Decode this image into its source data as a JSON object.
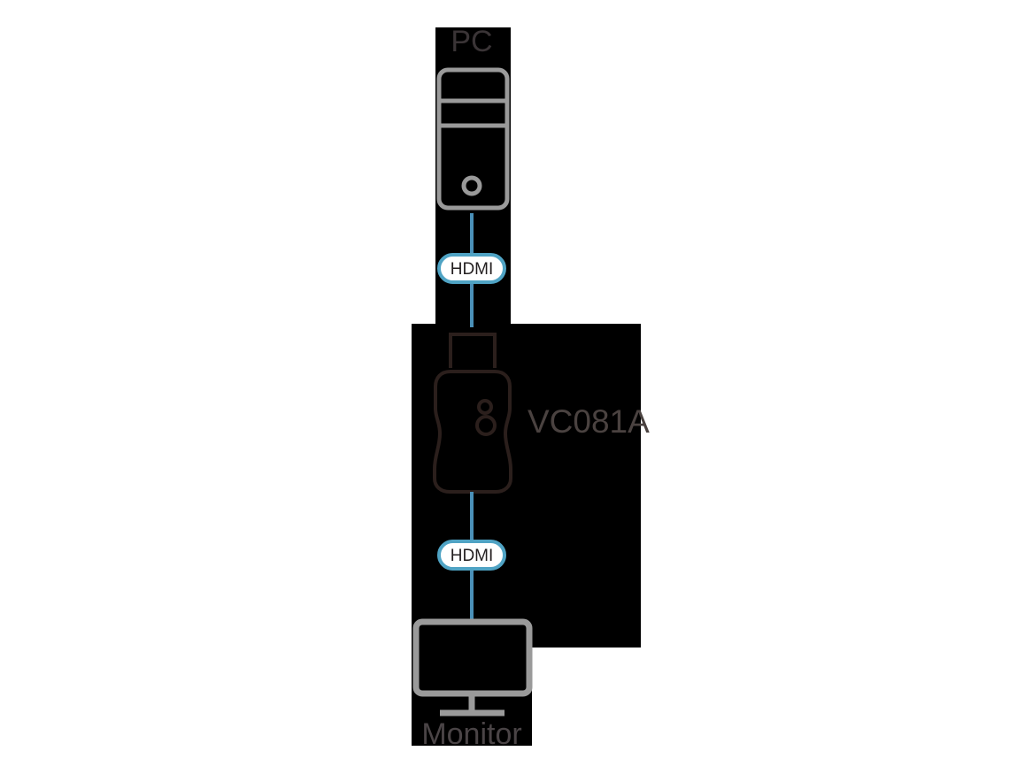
{
  "diagram": {
    "title": "VC081A HDMI connection diagram",
    "background_color": "#ffffff",
    "panel_color": "#000000",
    "nodes": {
      "pc": {
        "label": "PC",
        "label_color": "#3a3436",
        "icon": "desktop-tower-icon",
        "outline_color": "#9a9a9a"
      },
      "adapter": {
        "label": "VC081A",
        "label_color": "#4a4240",
        "icon": "hdmi-dongle-icon",
        "outline_color": "#2b1f1c",
        "led_count": 2
      },
      "monitor": {
        "label": "Monitor",
        "label_color": "#4a4446",
        "icon": "monitor-icon",
        "outline_color": "#9a9a9a"
      }
    },
    "connections": [
      {
        "id": "pc-to-adapter",
        "badge": "HDMI",
        "cable_color": "#4a90b8",
        "badge_fill": "#ffffff",
        "badge_border": "#4fa3c4",
        "badge_text_color": "#231f20"
      },
      {
        "id": "adapter-to-monitor",
        "badge": "HDMI",
        "cable_color": "#4a90b8",
        "badge_fill": "#ffffff",
        "badge_border": "#4fa3c4",
        "badge_text_color": "#231f20"
      }
    ]
  }
}
